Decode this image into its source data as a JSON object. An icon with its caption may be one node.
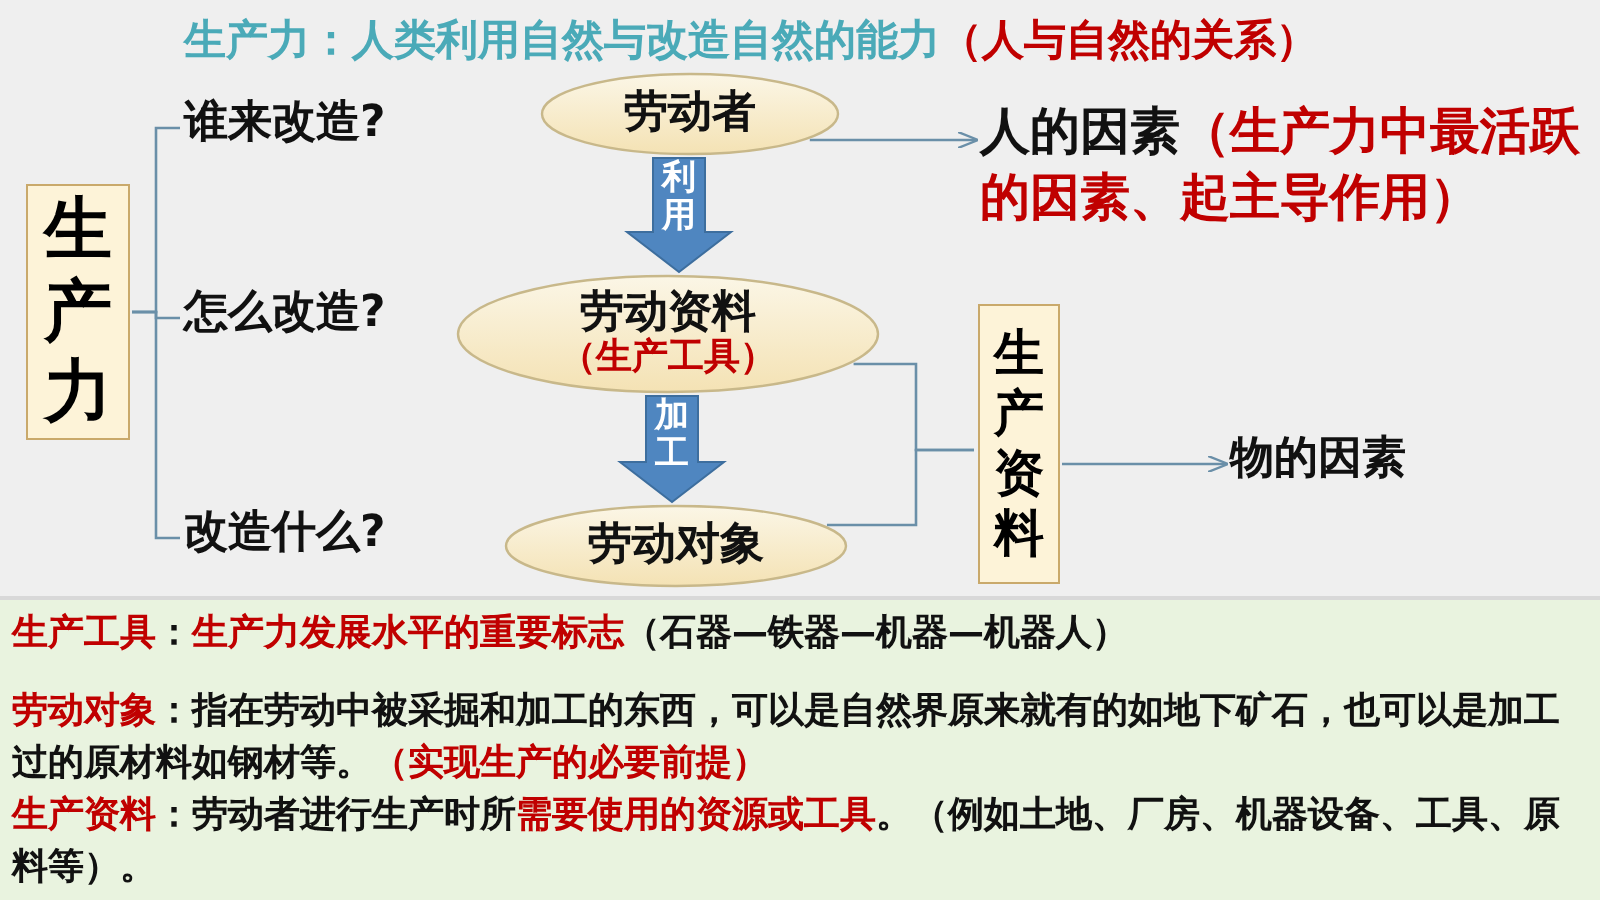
{
  "diagram": {
    "title": "生产力：人类利用自然与改造自然的能力**（人与自然的关系）**",
    "nodes": [
      {
        "text": [
          "生产力"
        ]
      },
      {
        "text": [
          "谁来改造?"
        ]
      },
      {
        "text": [
          "怎么改造?"
        ]
      },
      {
        "text": [
          "改造什么?"
        ]
      },
      {
        "text": [
          "劳动者"
        ]
      },
      {
        "text": [
          "劳动资料",
          "（生产工具）"
        ]
      },
      {
        "text": [
          "劳动对象"
        ]
      },
      {
        "text": [
          "人的因素**（生产力中最活跃的因素、起主导作用）**"
        ]
      },
      {
        "text": [
          "生产资料"
        ]
      },
      {
        "text": [
          "物的因素"
        ]
      }
    ],
    "edges": [
      {
        "from": 0,
        "to": 1,
        "arrow": "none"
      },
      {
        "from": 0,
        "to": 2,
        "arrow": "none"
      },
      {
        "from": 0,
        "to": 3,
        "arrow": "none"
      },
      {
        "from": 4,
        "to": 5,
        "arrow": "to",
        "label": "利用",
        "style": "thick"
      },
      {
        "from": 5,
        "to": 6,
        "arrow": "to",
        "label": "加工",
        "style": "thick"
      },
      {
        "from": 4,
        "to": 7,
        "arrow": "to"
      },
      {
        "from": 5,
        "to": 8,
        "arrow": "none"
      },
      {
        "from": 6,
        "to": 8,
        "arrow": "none"
      },
      {
        "from": 8,
        "to": 9,
        "arrow": "to"
      }
    ],
    "labels": [
      "**生产工具**：**生产力发展水平的重要标志**（石器—铁器—机器—机器人）",
      "**劳动对象**：指在劳动中被采掘和加工的东西，可以是自然界原来就有的如地下矿石，也可以是加工过的原材料如钢材等。**（实现生产的必要前提）**",
      "**生产资料**：劳动者进行生产时所**需要使用的资源或工具**。（例如土地、厂房、机器设备、工具、原料等）。"
    ]
  }
}
